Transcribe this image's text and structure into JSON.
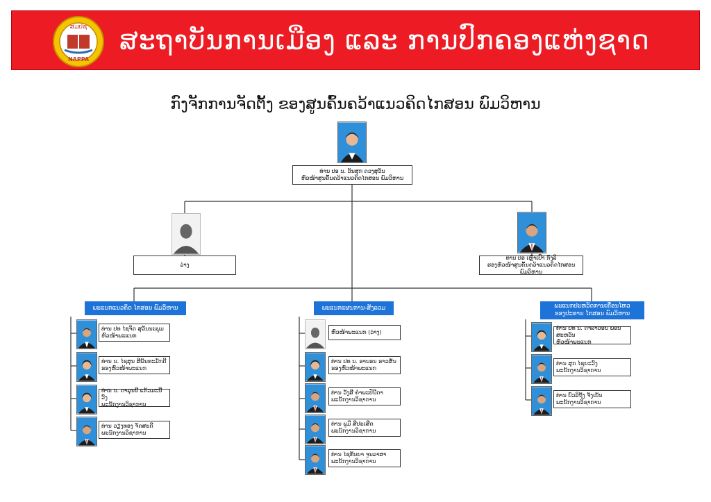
{
  "header": {
    "logo_top_text": "ສມປຊ",
    "logo_bottom_text": "NAPPA",
    "title": "ສະຖາບັນການເມືອງ ແລະ ການປົກຄອງແຫ່ງຊາດ"
  },
  "chart_title": "ກົງຈັກການຈັດຕັ້ງ ຂອງສູນຄົ້ນຄວ້າແນວຄິດໄກສອນ ພົມວິຫານ",
  "colors": {
    "banner": "#ed1c24",
    "dept": "#1e73d8",
    "line": "#333333"
  },
  "director": {
    "name": "ທ່ານ ປອ ນ. ວັນສຸກ ດວງສຸວັນ",
    "role": "ຫົວໜ້າສູນຄົ້ນຄວ້າແນວຄິດໄກສອນ ພົມວິຫານ"
  },
  "deputy_left": {
    "name": "ວ່າງ"
  },
  "deputy_right": {
    "name": "ທ່ານ ປອ ເຫຼົ່າເປົາ ກົງລີ",
    "role": "ຮອງຫົວໜ້າສູນຄົ້ນຄວ້າແນວຄິດໄກສອນ ພົມວິຫານ"
  },
  "departments": [
    {
      "title_line1": "ພະແນກແນວຄິດ ໄກສອນ ພົມວິຫານ",
      "title_line2": "",
      "members": [
        {
          "name": "ທ່ານ ປທ ໄຊຈິດ ສຸວັນນະພູມ",
          "role": "ຫົວໜ້າພະແນກ"
        },
        {
          "name": "ທ່ານ ນ. ໄຊສຸນ ສີພັນທະມັກດີ",
          "role": "ຮອງຫົວໜ້າພະແນກ"
        },
        {
          "name": "ທ່ານ ນ. ດາລຸນນີ ແກ້ວມະນີວົງ",
          "role": "ພະນັກງານວິຊາການ"
        },
        {
          "name": "ທ່ານ ວຽງທອງ ຈັດສະດີ",
          "role": "ພະນັກງານວິຊາການ"
        }
      ]
    },
    {
      "title_line1": "ພະແນກແຜນການ-ສັງລວມ",
      "title_line2": "",
      "members": [
        {
          "name": "ຫົວໜ້າພະແນກ (ວ່າງ)",
          "role": ""
        },
        {
          "name": "ທ່ານ ປທ ນ. ອານອນ ຮາວສັນ",
          "role": "ຮອງຫົວໜ້າພະແນກ"
        },
        {
          "name": "ທ່ານ ວັງສີ ຄຳພະປັນີດາ",
          "role": "ພະນັກງານວິຊາການ"
        },
        {
          "name": "ທ່ານ ພູມີ ສີປະເສີດ",
          "role": "ພະນັກງານວິຊາການ"
        },
        {
          "name": "ທ່ານ ໄຊທັນຍາ ຈູນລາສາ",
          "role": "ພະນັກງານວິຊາການ"
        }
      ]
    },
    {
      "title_line1": "ພະແນກປະຫວັດການເຄື່ອນໄຫວ",
      "title_line2": "ຂອງປະທານ ໄກສອນ ພົມວິຫານ",
      "members": [
        {
          "name": "ທ່ານ ປທ ນ. ດາລາວອນ ພອນສະຫວັນ",
          "role": "ຫົວໜ້າພະແນກ"
        },
        {
          "name": "ທ່ານ ສຸກ ໄຊຍະວົງ",
          "role": "ພະນັກງານວິຊາການ"
        },
        {
          "name": "ທ່ານ ບົວລິຖັງ ຈັງເບັນ",
          "role": "ພະນັກງານວິຊາການ"
        }
      ]
    }
  ]
}
